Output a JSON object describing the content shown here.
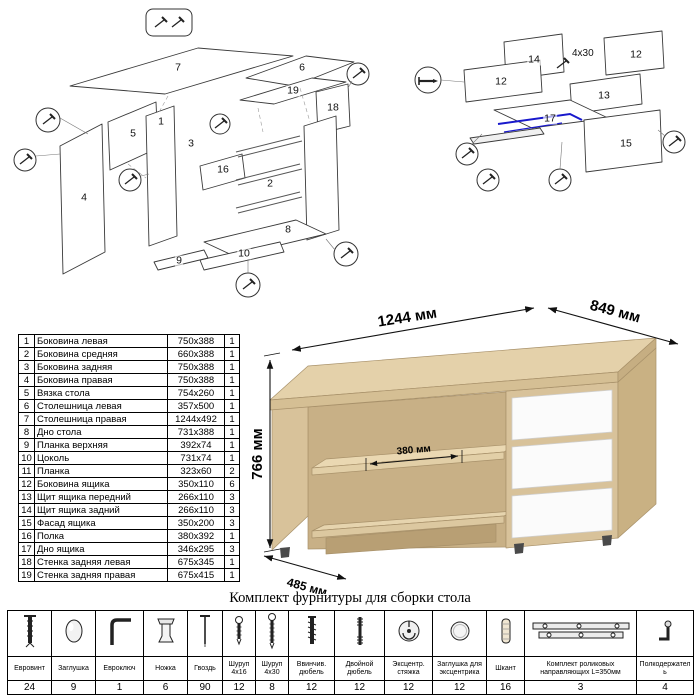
{
  "doc": {
    "hardware_title": "Комплект фурнитуры для сборки стола"
  },
  "parts_table": {
    "rows": [
      {
        "num": "1",
        "name": "Боковина левая",
        "size": "750x388",
        "qty": "1"
      },
      {
        "num": "2",
        "name": "Боковина средняя",
        "size": "660x388",
        "qty": "1"
      },
      {
        "num": "3",
        "name": "Боковина задняя",
        "size": "750x388",
        "qty": "1"
      },
      {
        "num": "4",
        "name": "Боковина правая",
        "size": "750x388",
        "qty": "1"
      },
      {
        "num": "5",
        "name": "Вязка стола",
        "size": "754x260",
        "qty": "1"
      },
      {
        "num": "6",
        "name": "Столешница левая",
        "size": "357x500",
        "qty": "1"
      },
      {
        "num": "7",
        "name": "Столешница правая",
        "size": "1244x492",
        "qty": "1"
      },
      {
        "num": "8",
        "name": "Дно стола",
        "size": "731x388",
        "qty": "1"
      },
      {
        "num": "9",
        "name": "Планка верхняя",
        "size": "392x74",
        "qty": "1"
      },
      {
        "num": "10",
        "name": "Цоколь",
        "size": "731x74",
        "qty": "1"
      },
      {
        "num": "11",
        "name": "Планка",
        "size": "323x60",
        "qty": "2"
      },
      {
        "num": "12",
        "name": "Боковина ящика",
        "size": "350x110",
        "qty": "6"
      },
      {
        "num": "13",
        "name": "Щит ящика передний",
        "size": "266x110",
        "qty": "3"
      },
      {
        "num": "14",
        "name": "Щит ящика задний",
        "size": "266x110",
        "qty": "3"
      },
      {
        "num": "15",
        "name": "Фасад ящика",
        "size": "350x200",
        "qty": "3"
      },
      {
        "num": "16",
        "name": "Полка",
        "size": "380x392",
        "qty": "1"
      },
      {
        "num": "17",
        "name": "Дно ящика",
        "size": "346x295",
        "qty": "3"
      },
      {
        "num": "18",
        "name": "Стенка задняя левая",
        "size": "675x345",
        "qty": "1"
      },
      {
        "num": "19",
        "name": "Стенка задняя правая",
        "size": "675x415",
        "qty": "1"
      }
    ]
  },
  "desk_dimensions": {
    "width_left": "1244 мм",
    "width_right": "849 мм",
    "height": "766 мм",
    "shelf_depth": "380 мм",
    "side_depth": "485 мм"
  },
  "exploded_left": {
    "part_labels": [
      "7",
      "6",
      "19",
      "18",
      "5",
      "1",
      "3",
      "16",
      "2",
      "4",
      "9",
      "10",
      "8"
    ]
  },
  "exploded_right": {
    "part_labels": [
      "14",
      "12",
      "12",
      "13",
      "17",
      "15"
    ],
    "screw_note": "4x30"
  },
  "hardware_table": {
    "items": [
      {
        "label": "Евровинт",
        "qty": "24",
        "icon": "confirmat-screw-icon"
      },
      {
        "label": "Заглушка",
        "qty": "9",
        "icon": "cap-icon"
      },
      {
        "label": "Евроключ",
        "qty": "1",
        "icon": "hex-key-icon"
      },
      {
        "label": "Ножка",
        "qty": "6",
        "icon": "foot-icon"
      },
      {
        "label": "Гвоздь",
        "qty": "90",
        "icon": "nail-icon"
      },
      {
        "label": "Шуруп 4x16",
        "qty": "12",
        "icon": "screw-small-icon"
      },
      {
        "label": "Шуруп 4x30",
        "qty": "8",
        "icon": "screw-long-icon"
      },
      {
        "label": "Ввинчив. дюбель",
        "qty": "12",
        "icon": "screw-dowel-icon"
      },
      {
        "label": "Двойной дюбель",
        "qty": "12",
        "icon": "double-dowel-icon"
      },
      {
        "label": "Эксцентр. стяжка",
        "qty": "12",
        "icon": "cam-lock-icon"
      },
      {
        "label": "Заглушка для эксцентрика",
        "qty": "12",
        "icon": "cam-cover-icon"
      },
      {
        "label": "Шкант",
        "qty": "16",
        "icon": "wood-dowel-icon"
      },
      {
        "label": "Комплект роликовых направляющих L=350мм",
        "qty": "3",
        "icon": "drawer-slides-icon"
      },
      {
        "label": "Полкодержатель",
        "qty": "4",
        "icon": "shelf-pin-icon"
      }
    ]
  }
}
